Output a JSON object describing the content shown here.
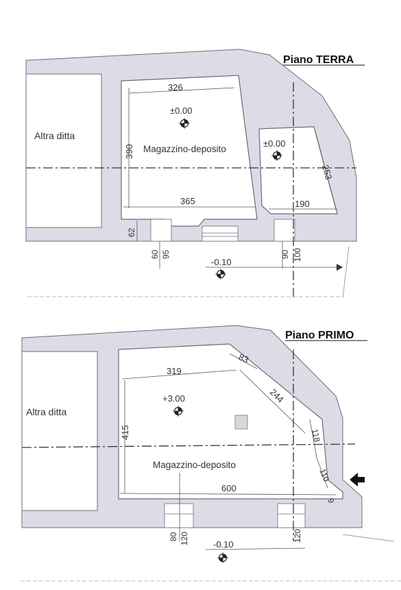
{
  "colors": {
    "wall_fill": "#dcdbe6",
    "wall_stroke": "#6b6b78",
    "line": "#555555",
    "axis": "#333333",
    "text": "#333333"
  },
  "ground_floor": {
    "title": "Piano TERRA",
    "neighbor_label": "Altra ditta",
    "room_label": "Magazzino-deposito",
    "level_main": "±0.00",
    "level_small": "±0.00",
    "level_outside": "-0.10",
    "dims": {
      "top": "326",
      "left": "390",
      "bottom": "365",
      "small_right": "253",
      "small_bottom": "190",
      "wall": "62",
      "opening_a": "60",
      "opening_b": "95",
      "opening_c": "90",
      "opening_d": "100"
    }
  },
  "first_floor": {
    "title": "Piano PRIMO",
    "neighbor_label": "Altra ditta",
    "room_label": "Magazzino-deposito",
    "level_main": "+3.00",
    "level_outside": "-0.10",
    "dims": {
      "top": "319",
      "corner_a": "83",
      "corner_b": "244",
      "left": "415",
      "right_a": "118",
      "right_b": "110",
      "right_c": "9",
      "bottom": "600",
      "opening_a": "80",
      "opening_b": "120",
      "opening_c": "120"
    }
  }
}
